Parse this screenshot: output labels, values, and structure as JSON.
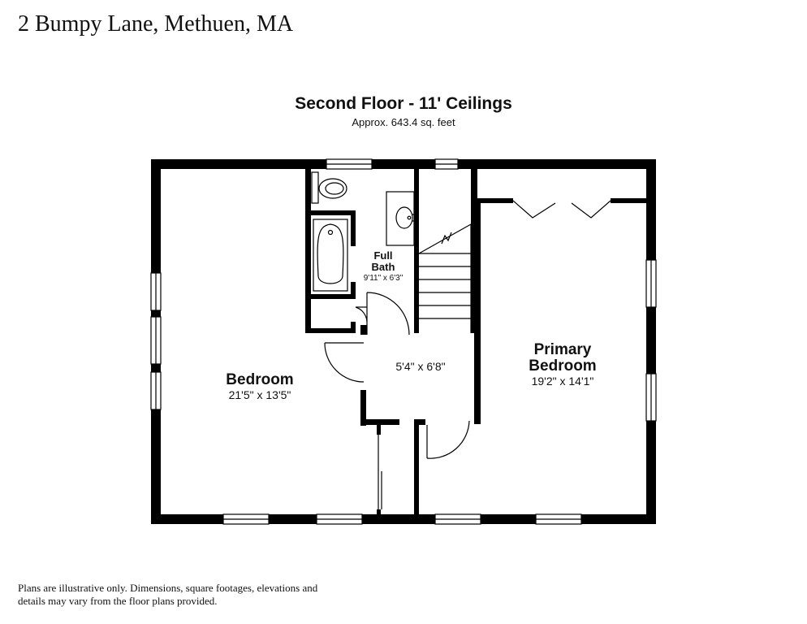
{
  "header": {
    "address": "2 Bumpy Lane, Methuen, MA"
  },
  "floor": {
    "title": "Second Floor - 11' Ceilings",
    "area": "Approx. 643.4 sq. feet"
  },
  "rooms": {
    "bedroom": {
      "name": "Bedroom",
      "dims": "21'5\" x 13'5\""
    },
    "full_bath": {
      "name_line1": "Full",
      "name_line2": "Bath",
      "dims": "9'11\" x 6'3\""
    },
    "hall": {
      "dims": "5'4\" x 6'8\""
    },
    "primary_bedroom": {
      "name_line1": "Primary",
      "name_line2": "Bedroom",
      "dims": "19'2\" x 14'1\""
    }
  },
  "footer": {
    "disclaimer": "Plans are illustrative only. Dimensions, square footages, elevations and details may vary from the floor plans provided."
  }
}
